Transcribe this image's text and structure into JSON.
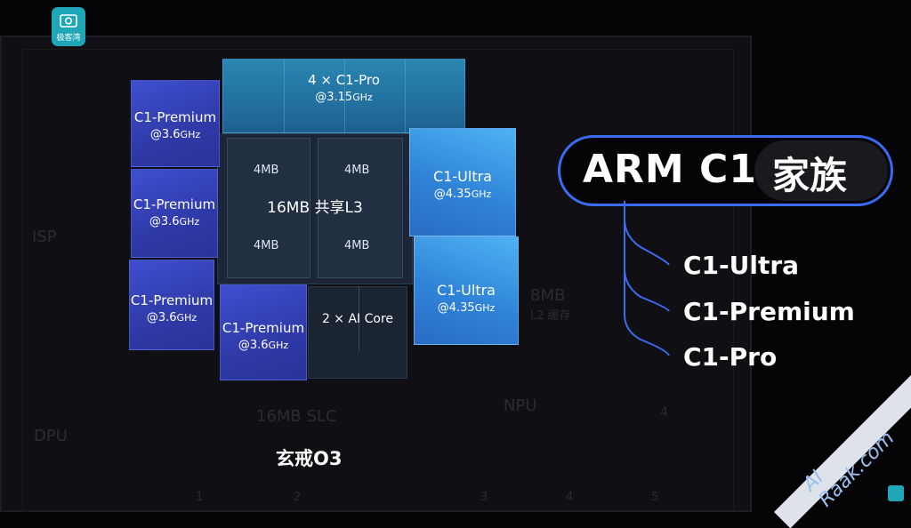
{
  "logo": {
    "text": "极客湾"
  },
  "die_labels": {
    "isp": "ISP",
    "dpu": "DPU",
    "slc": "16MB SLC",
    "npu": "NPU",
    "l2": "8MB",
    "l2_sub": "L2 缓存",
    "slots": [
      "1",
      "2",
      "3",
      "4",
      "5"
    ],
    "num4": "4"
  },
  "pro": {
    "count_label": "4 × C1-Pro",
    "freq": "@3.15",
    "unit": "GHz"
  },
  "premium": [
    {
      "name": "C1-Premium",
      "freq": "@3.6",
      "unit": "GHz"
    },
    {
      "name": "C1-Premium",
      "freq": "@3.6",
      "unit": "GHz"
    },
    {
      "name": "C1-Premium",
      "freq": "@3.6",
      "unit": "GHz"
    },
    {
      "name": "C1-Premium",
      "freq": "@3.6",
      "unit": "GHz"
    }
  ],
  "ultra": [
    {
      "name": "C1-Ultra",
      "freq": "@4.35",
      "unit": "GHz"
    },
    {
      "name": "C1-Ultra",
      "freq": "@4.35",
      "unit": "GHz"
    }
  ],
  "l3": {
    "label": "16MB 共享L3",
    "cells": [
      "4MB",
      "4MB",
      "4MB",
      "4MB"
    ]
  },
  "ai": {
    "label": "2 × AI Core"
  },
  "chip_name": "玄戒O3",
  "family": {
    "title": "ARM C1",
    "badge": "家族",
    "items": [
      "C1-Ultra",
      "C1-Premium",
      "C1-Pro"
    ]
  },
  "watermark": "AI Raak.com",
  "colors": {
    "accent": "#3a6bf0",
    "premium": "#3441b8",
    "ultra": "#3f9be6",
    "pro": "#2478a8"
  }
}
